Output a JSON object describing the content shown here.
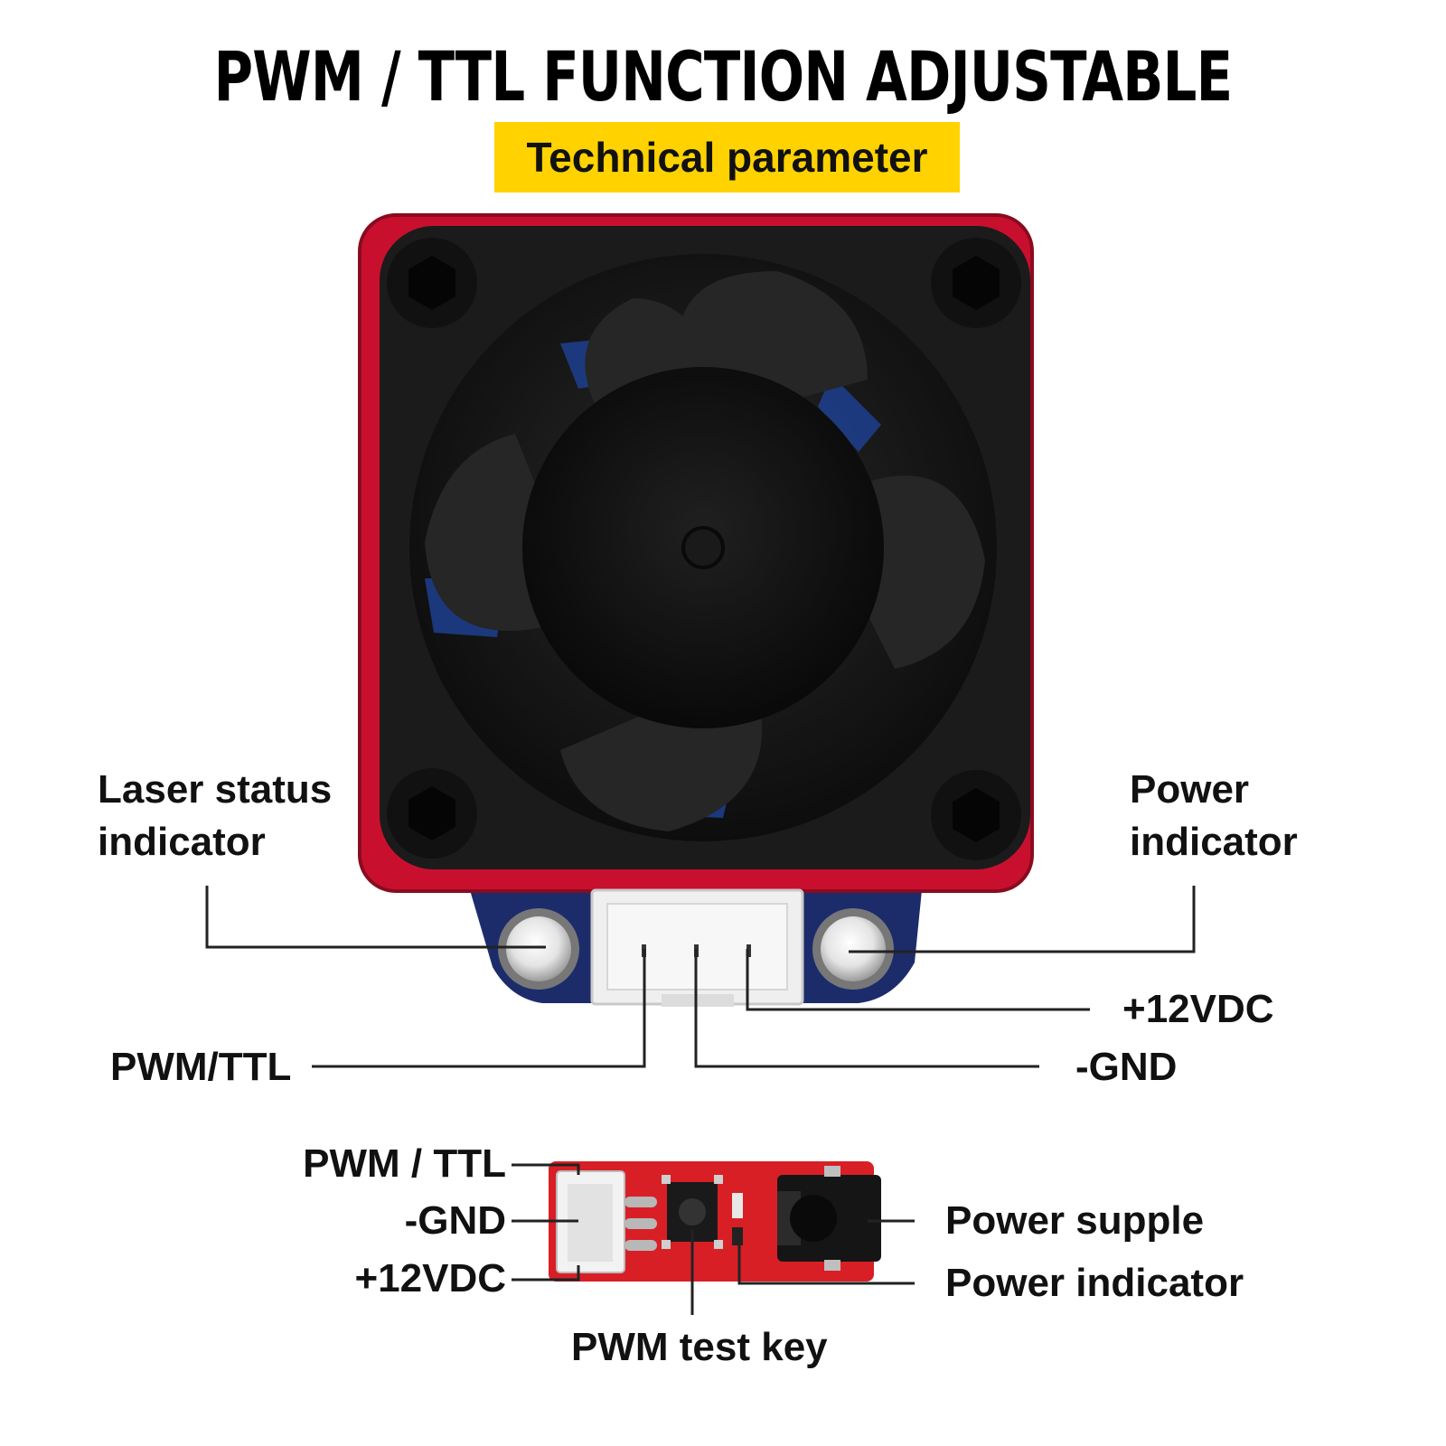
{
  "header": {
    "title": "PWM / TTL FUNCTION ADJUSTABLE",
    "subtitle": "Technical parameter"
  },
  "laser_module": {
    "labels": {
      "laser_status": [
        "Laser status",
        "indicator"
      ],
      "power_indicator": [
        "Power",
        "indicator"
      ],
      "v12": "+12VDC",
      "gnd": "-GND",
      "pwm_ttl": "PWM/TTL"
    }
  },
  "control_board": {
    "labels": {
      "pwm_ttl": "PWM / TTL",
      "gnd": "-GND",
      "v12": "+12VDC",
      "power_supple": "Power supple",
      "power_indicator": "Power indicator",
      "pwm_test_key": "PWM test key"
    }
  },
  "colors": {
    "housing_red": "#c8102e",
    "fan_black": "#1b1b1b",
    "board_blue": "#1c2c6b",
    "board_red": "#d81f26",
    "highlight_yellow": "#ffd200"
  }
}
